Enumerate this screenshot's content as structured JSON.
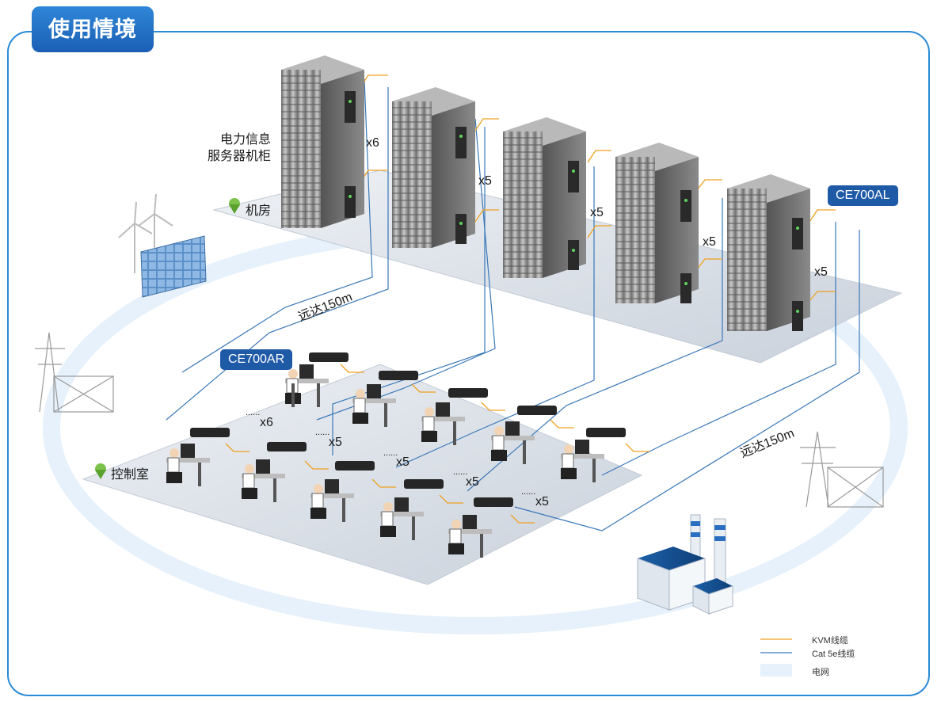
{
  "title": "使用情境",
  "labels": {
    "server_cabinet": "电力信息\n服务器机柜",
    "machine_room": "机房",
    "control_room": "控制室",
    "distance_top": "远达150m",
    "distance_right": "远达150m",
    "ce700al": "CE700AL",
    "ce700ar": "CE700AR",
    "rack_counts": [
      "x6",
      "x5",
      "x5",
      "x5",
      "x5"
    ],
    "desk_counts": [
      "x6",
      "x5",
      "x5",
      "x5",
      "x5"
    ],
    "dots": "......"
  },
  "legend": {
    "kvm": "KVM线缆",
    "cat5e": "Cat 5e线缆",
    "grid": "电网"
  },
  "colors": {
    "title_bg": "#1f6fc8",
    "badge_bg": "#1f5aa6",
    "kvm_cable": "#f0a020",
    "cat5e_cable": "#3a78b8",
    "grid_ring": "#e6f1fb",
    "border": "#2a8bd6"
  }
}
